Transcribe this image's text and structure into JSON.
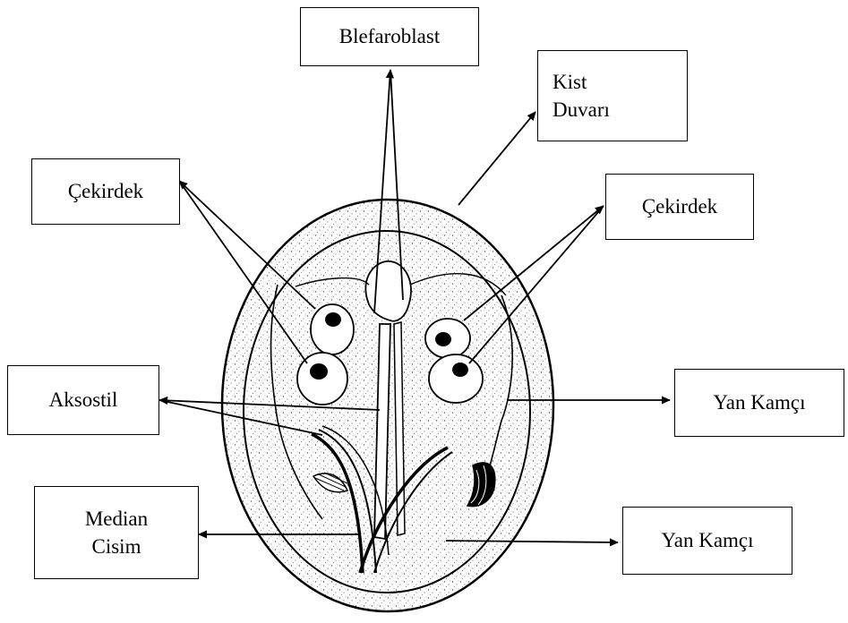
{
  "labels": {
    "blefaroblast": "Blefaroblast",
    "kist_duvari": [
      "Kist",
      "Duvarı"
    ],
    "cekirdek_left": "Çekirdek",
    "cekirdek_right": "Çekirdek",
    "aksostil": "Aksostil",
    "yan_kamci_upper": "Yan Kamçı",
    "median_cisim": [
      "Median",
      "Cisim"
    ],
    "yan_kamci_lower": "Yan Kamçı"
  },
  "colors": {
    "ink": "#000000",
    "paper": "#ffffff",
    "stipple": "#7a7a7a"
  }
}
